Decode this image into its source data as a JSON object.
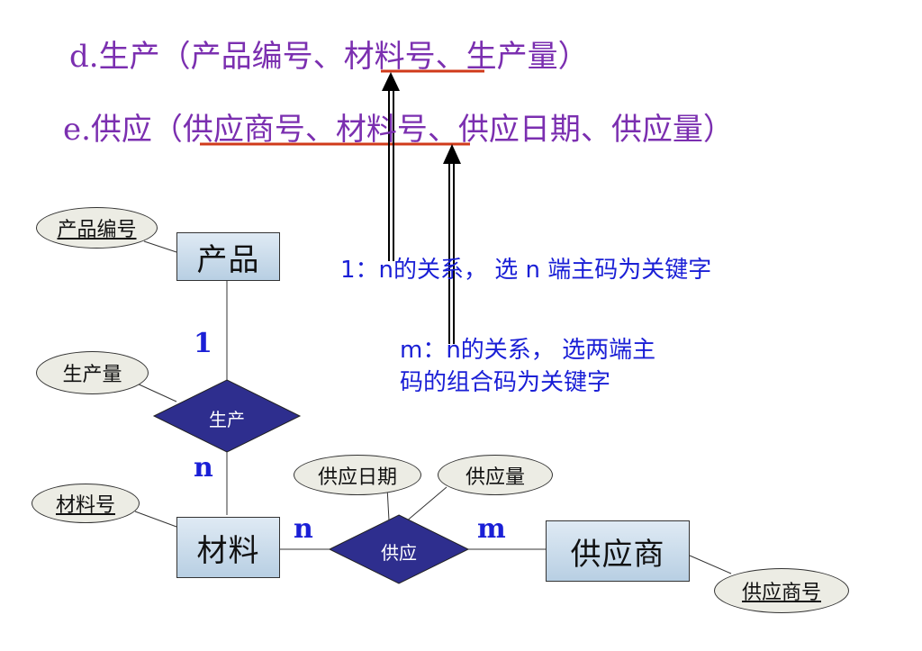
{
  "relations": {
    "d": "d.生产（产品编号、材料号、生产量）",
    "e": "e.供应（供应商号、材料号、供应日期、供应量）"
  },
  "notes": {
    "one_to_many": "1：n的关系， 选 n 端主码为关键字",
    "many_to_many_line1": "m：n的关系， 选两端主",
    "many_to_many_line2": "码的组合码为关键字"
  },
  "entities": {
    "product": "产品",
    "material": "材料",
    "supplier": "供应商"
  },
  "relationships": {
    "produce": "生产",
    "supply": "供应"
  },
  "attributes": {
    "product_no": "产品编号",
    "output": "生产量",
    "material_no": "材料号",
    "supply_date": "供应日期",
    "supply_qty": "供应量",
    "supplier_no": "供应商号"
  },
  "cardinalities": {
    "product_produce": "1",
    "produce_material": "n",
    "material_supply": "n",
    "supply_supplier": "m"
  },
  "colors": {
    "relation_text": "#7b2fb0",
    "underline": "#d03a1a",
    "note_text": "#1a1fd6",
    "diamond_fill": "#2e2e8e",
    "entity_fill": "#c8dbea"
  }
}
